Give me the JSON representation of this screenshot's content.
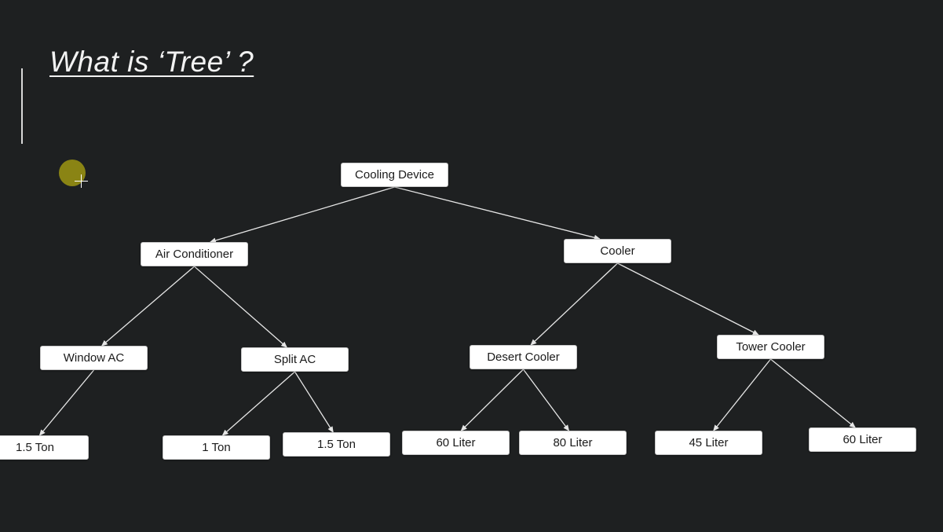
{
  "slide": {
    "title": "What is ‘Tree’ ?"
  },
  "tree": {
    "nodes": [
      {
        "id": "cooling-device",
        "label": "Cooling Device"
      },
      {
        "id": "air-conditioner",
        "label": "Air Conditioner"
      },
      {
        "id": "cooler",
        "label": "Cooler"
      },
      {
        "id": "window-ac",
        "label": "Window AC"
      },
      {
        "id": "split-ac",
        "label": "Split AC"
      },
      {
        "id": "desert-cooler",
        "label": "Desert Cooler"
      },
      {
        "id": "tower-cooler",
        "label": "Tower Cooler"
      },
      {
        "id": "window-1-5-ton",
        "label": "1.5 Ton"
      },
      {
        "id": "split-1-ton",
        "label": "1 Ton"
      },
      {
        "id": "split-1-5-ton",
        "label": "1.5 Ton"
      },
      {
        "id": "desert-60-liter",
        "label": "60 Liter"
      },
      {
        "id": "desert-80-liter",
        "label": "80 Liter"
      },
      {
        "id": "tower-45-liter",
        "label": "45 Liter"
      },
      {
        "id": "tower-60-liter",
        "label": "60 Liter"
      }
    ],
    "edges": [
      {
        "from": "cooling-device",
        "to": "air-conditioner"
      },
      {
        "from": "cooling-device",
        "to": "cooler"
      },
      {
        "from": "air-conditioner",
        "to": "window-ac"
      },
      {
        "from": "air-conditioner",
        "to": "split-ac"
      },
      {
        "from": "cooler",
        "to": "desert-cooler"
      },
      {
        "from": "cooler",
        "to": "tower-cooler"
      },
      {
        "from": "window-ac",
        "to": "window-1-5-ton"
      },
      {
        "from": "split-ac",
        "to": "split-1-ton"
      },
      {
        "from": "split-ac",
        "to": "split-1-5-ton"
      },
      {
        "from": "desert-cooler",
        "to": "desert-60-liter"
      },
      {
        "from": "desert-cooler",
        "to": "desert-80-liter"
      },
      {
        "from": "tower-cooler",
        "to": "tower-45-liter"
      },
      {
        "from": "tower-cooler",
        "to": "tower-60-liter"
      }
    ]
  },
  "colors": {
    "background": "#1e2021",
    "node_fill": "#ffffff",
    "connector": "#e6e6e6",
    "pointer_highlight": "#8a8414"
  }
}
